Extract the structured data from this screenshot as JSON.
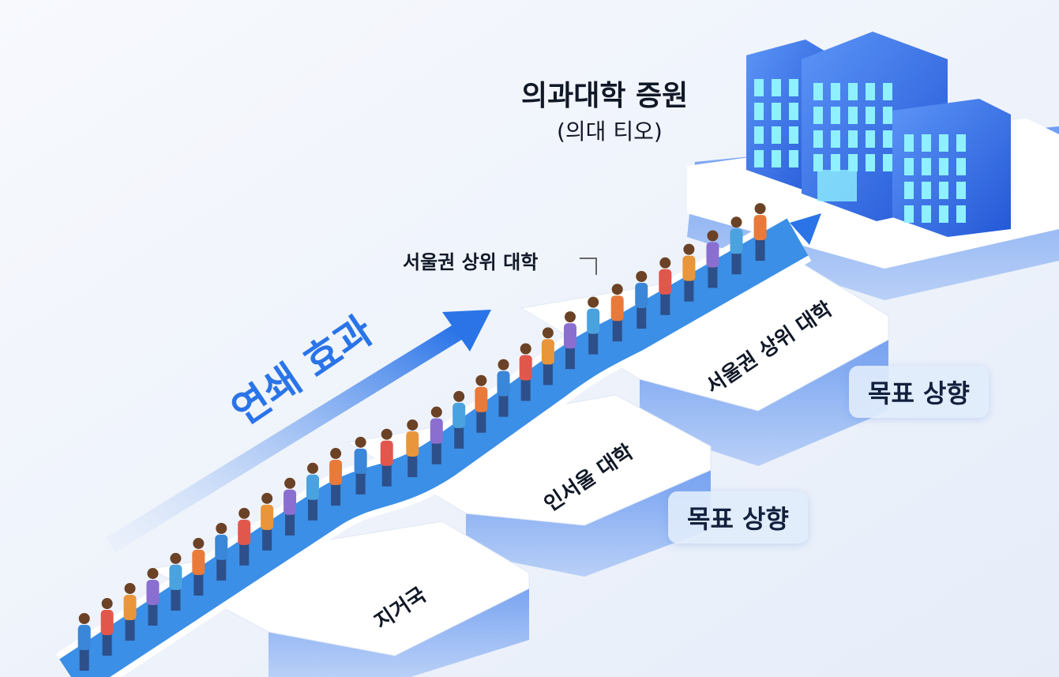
{
  "title": {
    "main": "의과대학 증원",
    "sub": "(의대 티오)"
  },
  "chain_effect": "연쇄 효과",
  "callout": "서울권 상위 대학",
  "steps": [
    {
      "label": "지거국"
    },
    {
      "label": "인서울 대학"
    },
    {
      "label": "서울권 상위 대학"
    }
  ],
  "badges": [
    "목표 상향",
    "목표 상향"
  ],
  "colors": {
    "accent": "#2a74e8",
    "building": "#3f7cf0",
    "path": "#3b8fe6",
    "text": "#111827"
  }
}
